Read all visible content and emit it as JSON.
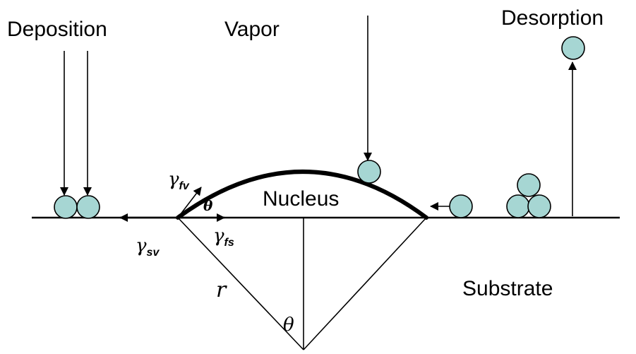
{
  "labels": {
    "deposition": "Deposition",
    "vapor": "Vapor",
    "desorption": "Desorption",
    "nucleus": "Nucleus",
    "substrate": "Substrate",
    "radius": "r",
    "contact_angle": "θ",
    "center_angle": "θ"
  },
  "surface_tensions": {
    "film_vapor": {
      "symbol": "γ",
      "subscript": "fv"
    },
    "film_substrate": {
      "symbol": "γ",
      "subscript": "fs"
    },
    "substrate_vapor": {
      "symbol": "γ",
      "subscript": "sv"
    }
  },
  "colors": {
    "atom_fill": "#a6d6d3",
    "line": "#000000",
    "background": "#ffffff"
  }
}
